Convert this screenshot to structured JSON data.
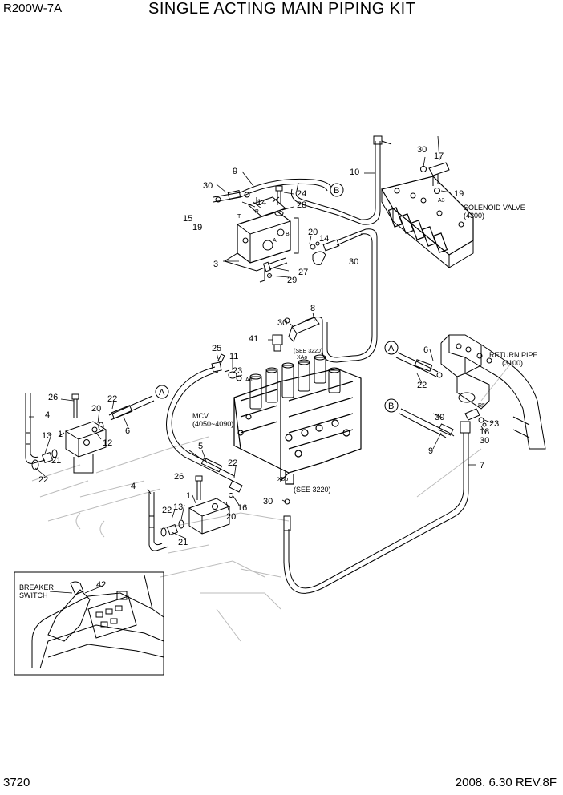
{
  "header": {
    "model": "R200W-7A",
    "title": "SINGLE ACTING MAIN PIPING KIT"
  },
  "footer": {
    "page_number": "3720",
    "date_rev": "2008. 6.30  REV.8F"
  },
  "labels": {
    "solenoid_valve": "SOLENOID VALVE",
    "solenoid_ref": "(4300)",
    "return_pipe": "RETURN PIPE",
    "return_ref": "(3100)",
    "mcv": "MCV",
    "mcv_ref": "(4050~4090)",
    "see_3220_top": "(SEE 3220)",
    "see_3220_bottom": "(SEE 3220)",
    "breaker": "BREAKER",
    "switch": "SWITCH",
    "port_a": "A",
    "port_b": "B",
    "port_p": "P",
    "port_t": "T",
    "port_a3": "A3",
    "port_r5": "R5",
    "port_xao": "XAo",
    "port_ao": "Ao",
    "port_xbo": "XBo"
  },
  "callouts": {
    "c_a_left": "A",
    "c_a_right": "A",
    "c_b_top": "B",
    "c_b_right": "B"
  },
  "part_numbers": {
    "p1": "1",
    "p1b": "1",
    "p3": "3",
    "p4": "4",
    "p4b": "4",
    "p5": "5",
    "p6": "6",
    "p6b": "6",
    "p7": "7",
    "p8": "8",
    "p9": "9",
    "p9b": "9",
    "p10": "10",
    "p11": "11",
    "p12": "12",
    "p13": "13",
    "p13b": "13",
    "p14": "14",
    "p14b": "14",
    "p15": "15",
    "p16": "16",
    "p17": "17",
    "p18": "18",
    "p19": "19",
    "p19b": "19",
    "p20": "20",
    "p20b": "20",
    "p20c": "20",
    "p21": "21",
    "p21b": "21",
    "p22": "22",
    "p22b": "22",
    "p22c": "22",
    "p22d": "22",
    "p22e": "22",
    "p23": "23",
    "p23b": "23",
    "p24": "24",
    "p25": "25",
    "p26": "26",
    "p26b": "26",
    "p27": "27",
    "p28": "28",
    "p29": "29",
    "p30a": "30",
    "p30b": "30",
    "p30c": "30",
    "p30d": "30",
    "p30e": "30",
    "p30f": "30",
    "p30g": "30",
    "p41": "41",
    "p42": "42"
  },
  "icons": [
    "hose-fitting-icon",
    "o-ring-icon",
    "bolt-icon",
    "joystick-icon"
  ]
}
